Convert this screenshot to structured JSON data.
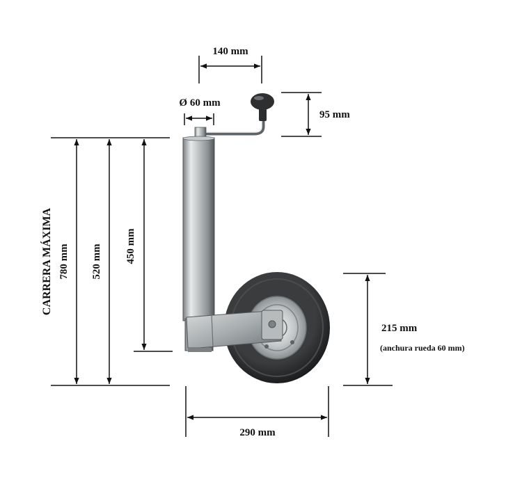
{
  "dimensions": {
    "width_top": "140 mm",
    "diameter": "Ø 60 mm",
    "handle_height": "95 mm",
    "max_stroke_title": "CARRERA MÁXIMA",
    "max_stroke_value": "780 mm",
    "height_520": "520 mm",
    "height_450": "450 mm",
    "wheel_diameter": "215 mm",
    "wheel_width_note": "(anchura rueda 60 mm)",
    "total_width": "290 mm"
  },
  "colors": {
    "line": "#111111",
    "tube_light": "#e8eaea",
    "tube_dark": "#5d6266",
    "tire": "#2a2b2c",
    "rim": "#b9bcbd"
  },
  "icons": [
    "jockey-wheel-illustration"
  ]
}
